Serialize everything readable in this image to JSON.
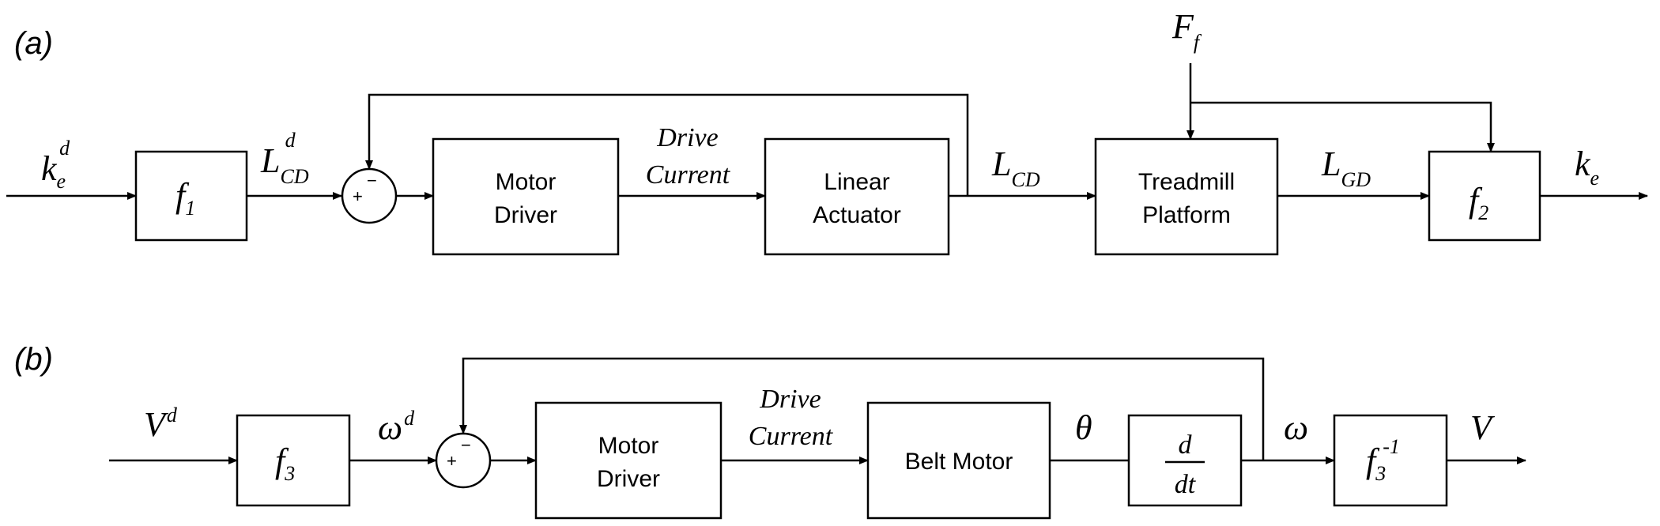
{
  "panel_a": {
    "tag": "(a)",
    "input": {
      "base": "k",
      "sub": "e",
      "sup": "d"
    },
    "f1": {
      "base": "f",
      "sub": "1"
    },
    "lcd_desired": {
      "base": "L",
      "sub": "CD",
      "sup": "d"
    },
    "sum_plus": "+",
    "sum_minus": "−",
    "motor_driver": [
      "Motor",
      "Driver"
    ],
    "drive_current": [
      "Drive",
      "Current"
    ],
    "linear_actuator": [
      "Linear",
      "Actuator"
    ],
    "lcd": {
      "base": "L",
      "sub": "CD"
    },
    "ff": {
      "base": "F",
      "sub": "f"
    },
    "treadmill": [
      "Treadmill",
      "Platform"
    ],
    "lgd": {
      "base": "L",
      "sub": "GD"
    },
    "f2": {
      "base": "f",
      "sub": "2"
    },
    "output": {
      "base": "k",
      "sub": "e"
    }
  },
  "panel_b": {
    "tag": "(b)",
    "input": {
      "base": "V",
      "sup": "d"
    },
    "f3": {
      "base": "f",
      "sub": "3"
    },
    "omega_desired": {
      "base": "ω",
      "sup": "d"
    },
    "sum_plus": "+",
    "sum_minus": "−",
    "motor_driver": [
      "Motor",
      "Driver"
    ],
    "drive_current": [
      "Drive",
      "Current"
    ],
    "belt_motor": "Belt Motor",
    "theta": "θ",
    "deriv": {
      "num": "d",
      "den": "dt"
    },
    "omega": "ω",
    "f3inv": {
      "base": "f",
      "sub": "3",
      "sup": "-1"
    },
    "output": "V"
  }
}
